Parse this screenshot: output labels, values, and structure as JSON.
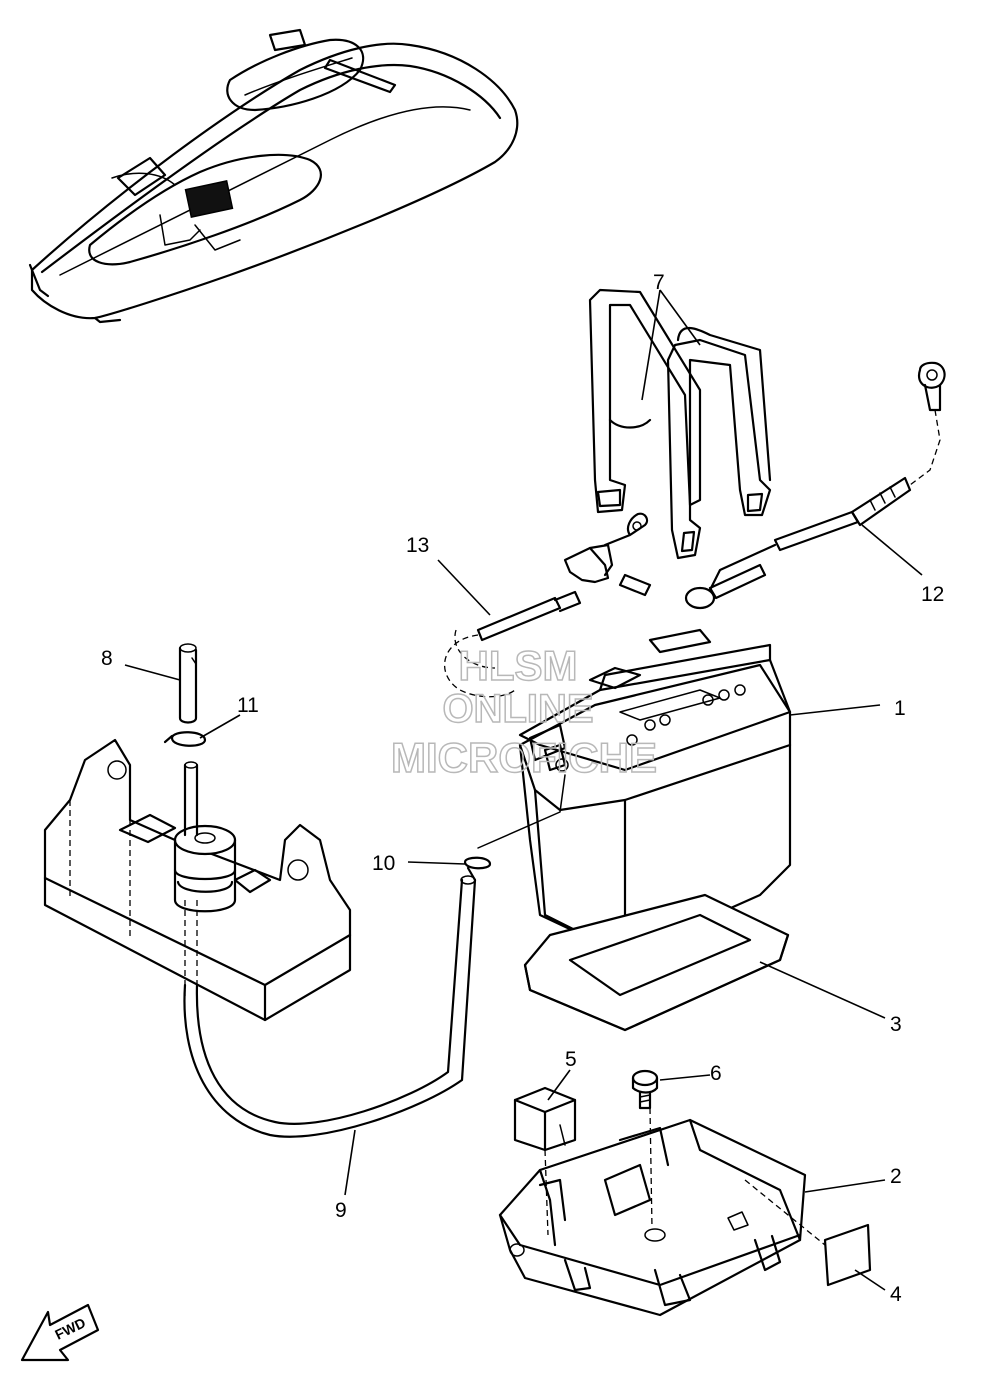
{
  "callouts": {
    "c1": "1",
    "c2": "2",
    "c3": "3",
    "c4": "4",
    "c5": "5",
    "c6": "6",
    "c7": "7",
    "c8": "8",
    "c9": "9",
    "c10": "10",
    "c11": "11",
    "c12": "12",
    "c13": "13"
  },
  "watermark": {
    "line1": "HLSM",
    "line2": "ONLINE",
    "line3": "MICROFICHE"
  },
  "direction_label": "FWD"
}
